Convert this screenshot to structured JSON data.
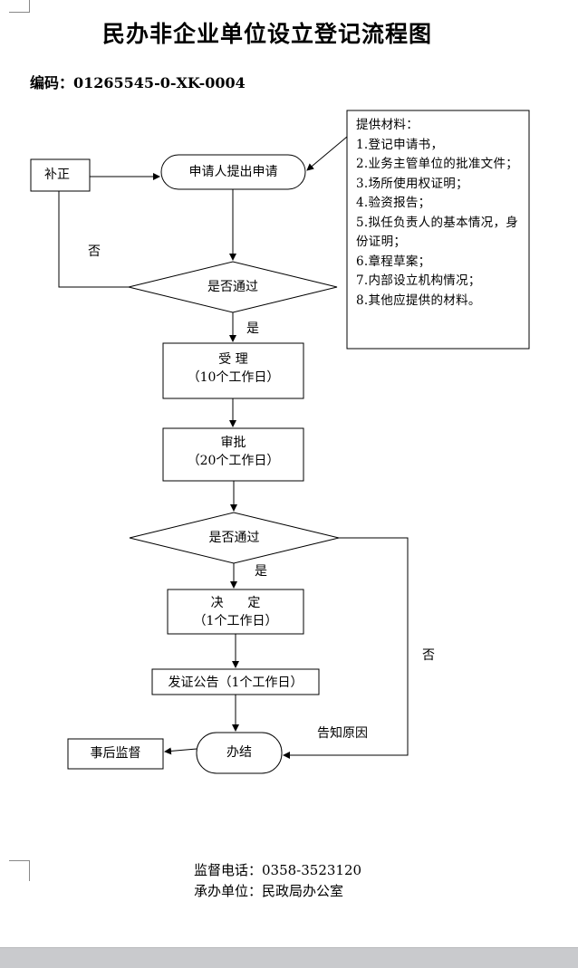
{
  "title": "民办非企业单位设立登记流程图",
  "code": "编码：01265545-0-XK-0004",
  "nodes": {
    "correction": "补正",
    "apply": "申请人提出申请",
    "check1": "是否通过",
    "accept": "受  理",
    "accept_days": "（10个工作日）",
    "approve": "审批",
    "approve_days": "（20个工作日）",
    "check2": "是否通过",
    "decide": "决      定",
    "decide_days": "（1个工作日）",
    "publish": "发证公告（1个工作日）",
    "finish": "办结",
    "supervise": "事后监督"
  },
  "edges": {
    "no1": "否",
    "yes1": "是",
    "yes2": "是",
    "no2": "否",
    "notify_reason": "告知原因"
  },
  "materials": {
    "heading": "提供材料：",
    "items": [
      "1.登记申请书，",
      "2.业务主管单位的批准文件；",
      "3.场所使用权证明；",
      "4.验资报告；",
      "5.拟任负责人的基本情况，身份证明；",
      "6.章程草案；",
      "7.内部设立机构情况；",
      "8.其他应提供的材料。"
    ]
  },
  "footer": {
    "phone": "监督电话：0358-3523120",
    "unit": "承办单位：民政局办公室"
  }
}
